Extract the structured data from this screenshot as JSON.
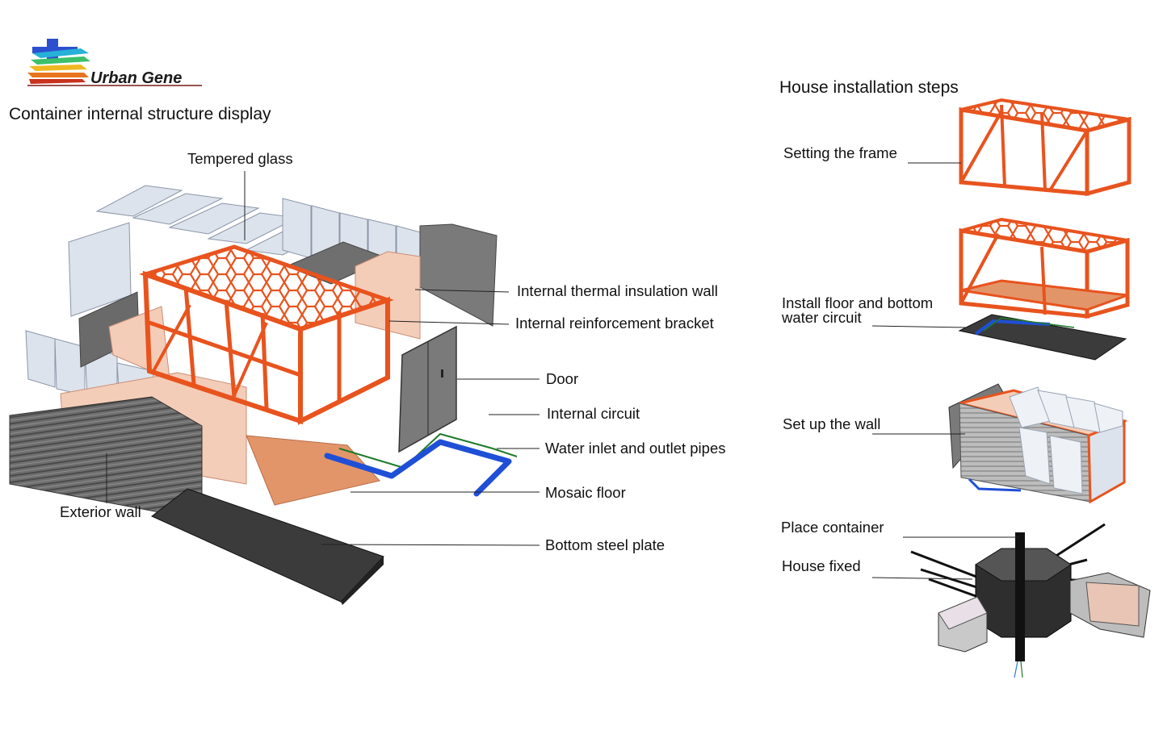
{
  "logo": {
    "name": "Urban Gene"
  },
  "left_panel": {
    "title": "Container internal structure display",
    "labels": {
      "tempered_glass": "Tempered glass",
      "thermal_wall": "Internal thermal insulation wall",
      "reinforcement_bracket": "Internal reinforcement bracket",
      "door": "Door",
      "internal_circuit": "Internal circuit",
      "water_pipes": "Water inlet and outlet pipes",
      "mosaic_floor": "Mosaic floor",
      "exterior_wall": "Exterior wall",
      "bottom_plate": "Bottom steel plate"
    }
  },
  "right_panel": {
    "title": "House installation steps",
    "steps": {
      "frame": "Setting the frame",
      "floor_line1": "Install floor and bottom",
      "floor_line2": "water circuit",
      "wall": "Set up the wall",
      "place": "Place container",
      "fixed": "House fixed"
    }
  },
  "colors": {
    "frame_orange": "#e8531e",
    "glass": "#dde3ec",
    "insulation_pink": "#f4cdb8",
    "floor_orange": "#e3956a",
    "steel_dark": "#3b3b3b",
    "door_gray": "#7a7a7a",
    "pipe_blue": "#1f4fd6",
    "circuit_green": "#1e7a2a"
  }
}
